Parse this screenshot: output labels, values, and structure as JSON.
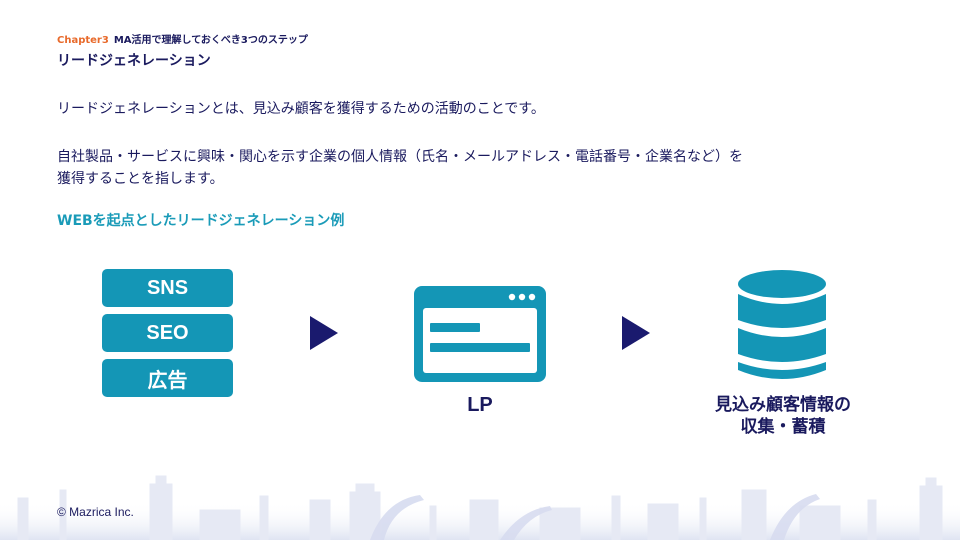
{
  "header": {
    "chapter_num": "Chapter3",
    "chapter_title": "MA活用で理解しておくべき3つのステップ"
  },
  "title": "リードジェネレーション",
  "paragraphs": {
    "p1": "リードジェネレーションとは、見込み顧客を獲得するための活動のことです。",
    "p2_line1": "自社製品・サービスに興味・関心を示す企業の個人情報（氏名・メールアドレス・電話番号・企業名など）を",
    "p2_line2": "獲得することを指します。"
  },
  "section_heading": "WEBを起点としたリードジェネレーション例",
  "diagram": {
    "channels": [
      "SNS",
      "SEO",
      "広告"
    ],
    "lp_label": "LP",
    "db_label_line1": "見込み顧客情報の",
    "db_label_line2": "収集・蓄積",
    "accent_color": "#1496b6",
    "arrow_color": "#1a1a6e",
    "icons": [
      "arrow-right-icon",
      "landing-page-icon",
      "database-icon"
    ]
  },
  "footer": {
    "copyright": "© Mazrica Inc."
  }
}
